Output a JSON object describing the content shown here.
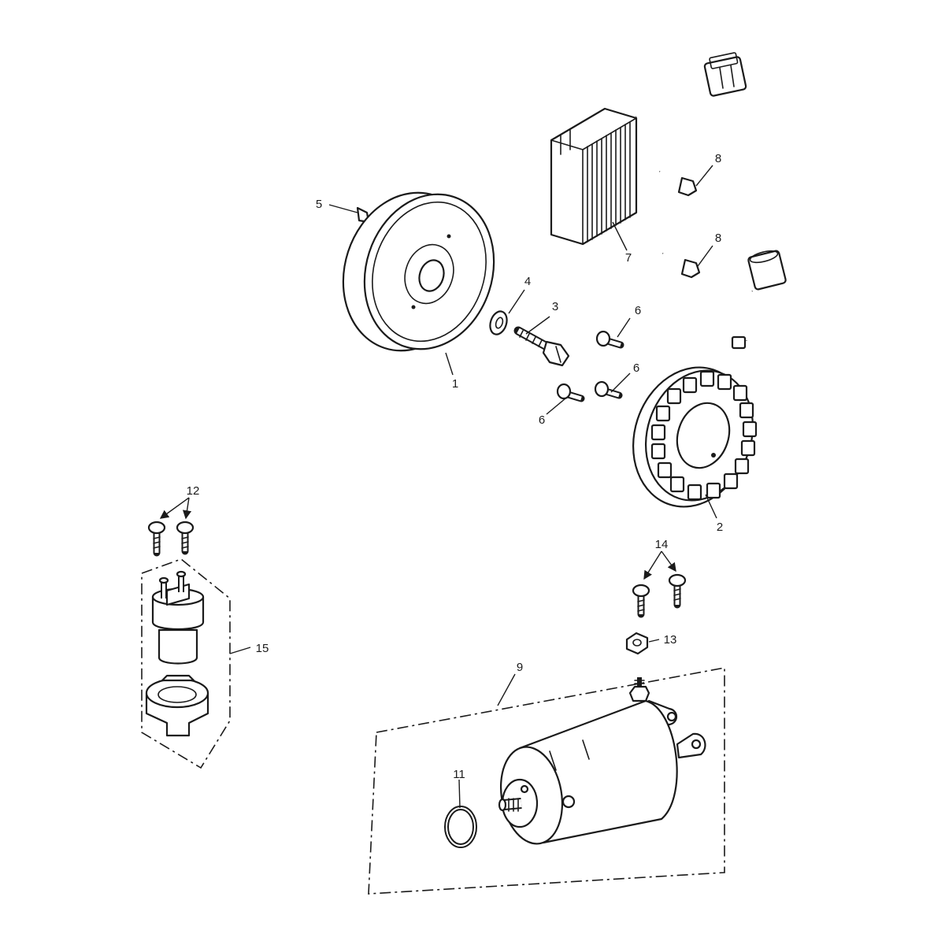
{
  "diagram": {
    "type": "exploded-parts-diagram",
    "line_color": "#1a1a1a",
    "background": "#ffffff",
    "callouts": {
      "c1": "1",
      "c2": "2",
      "c3": "3",
      "c4": "4",
      "c5": "5",
      "c6a": "6",
      "c6b": "6",
      "c6c": "6",
      "c7": "7",
      "c8a": "8",
      "c8b": "8",
      "c9": "9",
      "c11": "11",
      "c12": "12",
      "c13": "13",
      "c14": "14",
      "c15": "15"
    }
  }
}
